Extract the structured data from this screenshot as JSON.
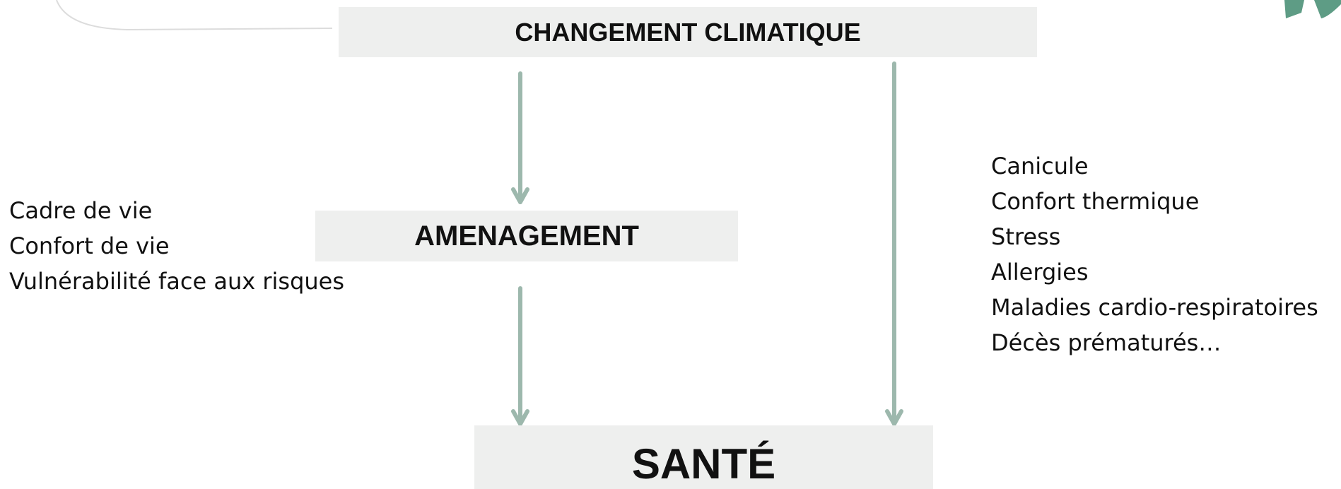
{
  "diagram": {
    "top_box": {
      "label": "CHANGEMENT CLIMATIQUE"
    },
    "middle_box": {
      "label": "AMENAGEMENT"
    },
    "bottom_box": {
      "label": "SANTÉ"
    },
    "left_items": [
      "Cadre de vie",
      "Confort de vie",
      "Vulnérabilité face aux risques"
    ],
    "right_items": [
      "Canicule",
      "Confort thermique",
      "Stress",
      "Allergies",
      "Maladies cardio-respiratoires",
      "Décès prématurés…"
    ]
  },
  "colors": {
    "arrow": "#9db8ad",
    "box_background": "#eeefee",
    "logo_green": "#5e9c85"
  }
}
